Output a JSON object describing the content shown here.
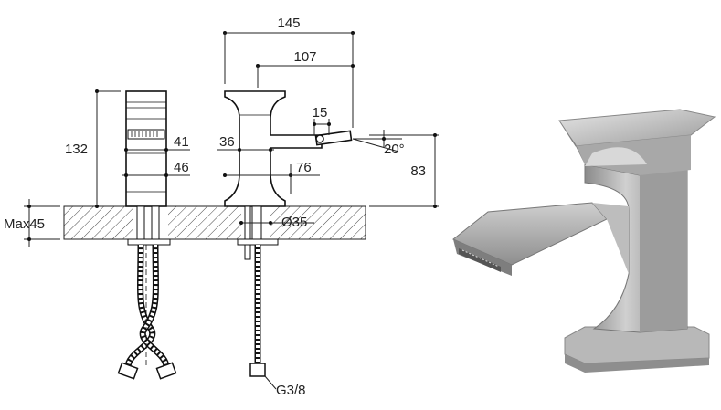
{
  "dimensions": {
    "overall_reach": "145",
    "spout_reach": "107",
    "outlet_length": "15",
    "body_width": "41",
    "body_depth": "46",
    "height": "132",
    "spout_height": "36",
    "base_depth": "76",
    "outlet_height": "83",
    "angle": "20°",
    "counter_thickness": "Max45",
    "hole_diameter": "Ø35",
    "connection_thread": "G3/8"
  },
  "colors": {
    "line": "#222222",
    "chrome_light": "#d4d4d4",
    "chrome_mid": "#a6a6a6",
    "chrome_dark": "#6c6c6c"
  }
}
